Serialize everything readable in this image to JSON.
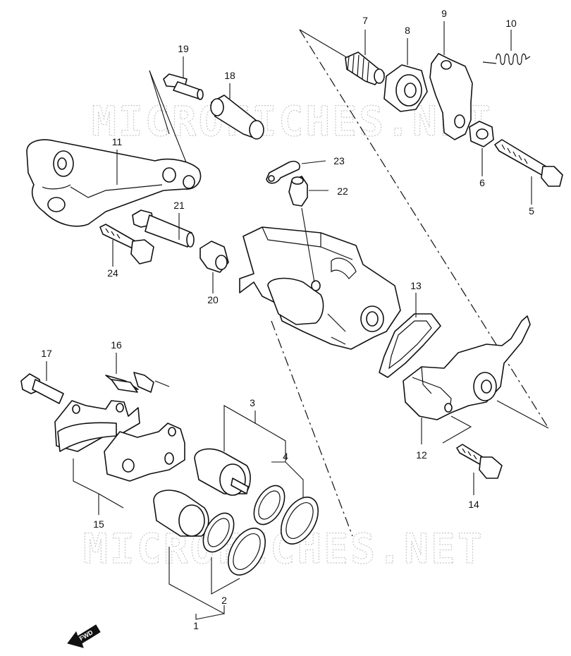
{
  "watermark": "MICROFICHES.NET",
  "fwd_label": "FWD",
  "callouts": {
    "n1": "1",
    "n2": "2",
    "n3": "3",
    "n4": "4",
    "n5": "5",
    "n6": "6",
    "n7": "7",
    "n8": "8",
    "n9": "9",
    "n10": "10",
    "n11": "11",
    "n12": "12",
    "n13": "13",
    "n14": "14",
    "n15": "15",
    "n16": "16",
    "n17": "17",
    "n18": "18",
    "n19": "19",
    "n20": "20",
    "n21": "21",
    "n22": "22",
    "n23": "23",
    "n24": "24"
  },
  "colors": {
    "line": "#111111",
    "watermark": "#c7c7c7",
    "background": "#ffffff"
  }
}
